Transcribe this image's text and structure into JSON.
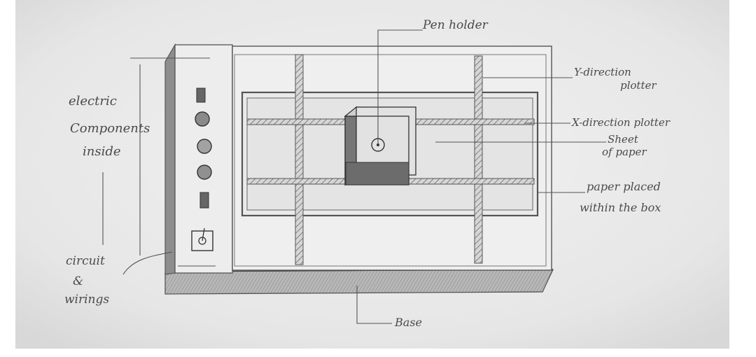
{
  "labels": {
    "pen_holder": "Pen holder",
    "y_direction": [
      "Y-direction",
      "plotter"
    ],
    "x_direction": "X-direction plotter",
    "sheet": [
      "Sheet",
      "of paper"
    ],
    "paper_placed": [
      "paper placed",
      "within the box"
    ],
    "electric": [
      "electric",
      "Components",
      "inside"
    ],
    "circuit": [
      "circuit",
      "&",
      "wirings"
    ],
    "base": "Base"
  },
  "colors": {
    "paper": "#ececec",
    "pencil": "#555555",
    "shade": "#8a8a8a",
    "base_fill": "#b4b4b4"
  }
}
